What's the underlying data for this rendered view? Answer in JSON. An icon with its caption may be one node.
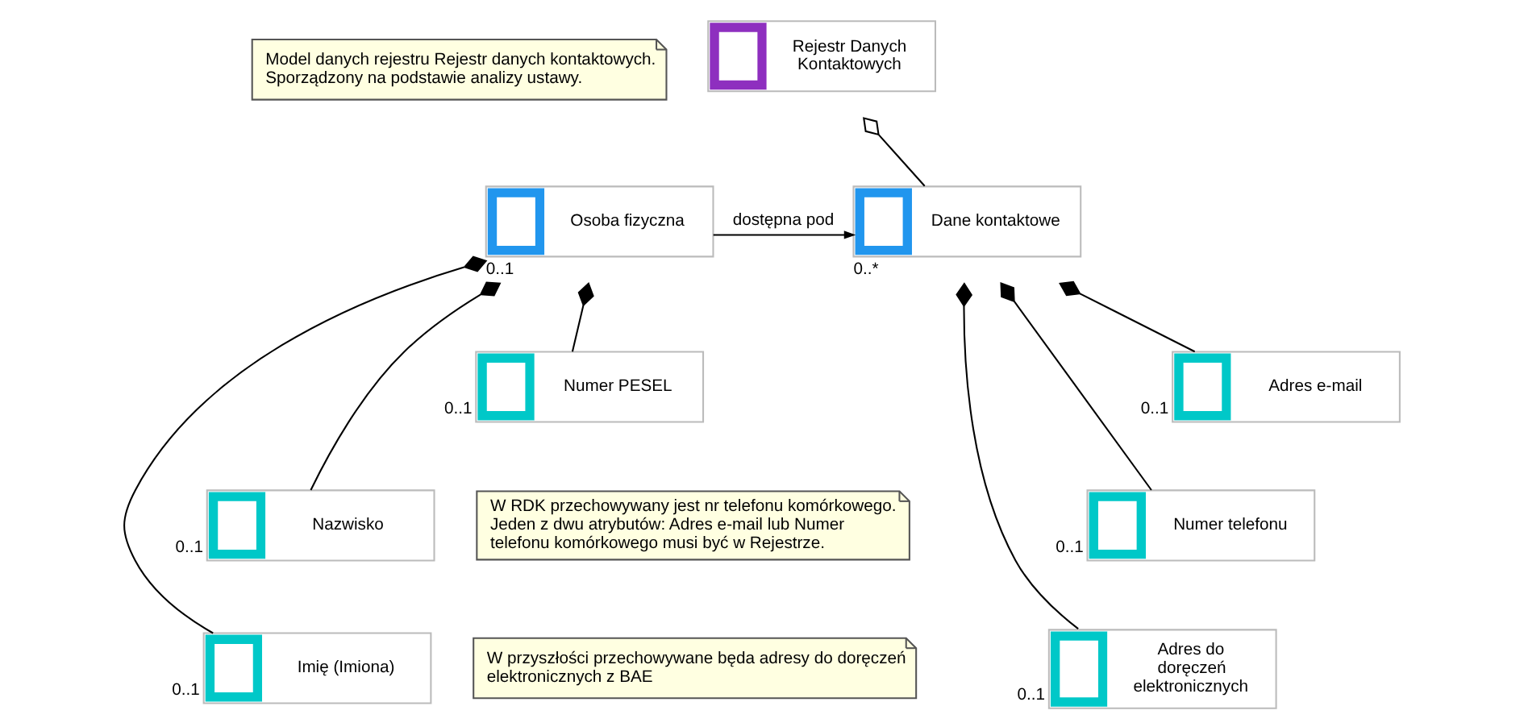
{
  "diagram": {
    "nodes": [
      {
        "text": [
          "Model danych rejestru Rejestr danych kontaktowych. Sporządzony na podstawie analizy ustawy."
        ]
      },
      {
        "text": [
          "Rejestr Danych Kontaktowych"
        ]
      },
      {
        "text": [
          "Osoba fizyczna"
        ],
        "beside": [
          "0..1"
        ]
      },
      {
        "text": [
          "Dane kontaktowe"
        ],
        "beside": [
          "0..*"
        ]
      },
      {
        "text": [
          "Numer PESEL"
        ],
        "beside": [
          "0..1"
        ]
      },
      {
        "text": [
          "Nazwisko"
        ],
        "beside": [
          "0..1"
        ]
      },
      {
        "text": [
          "Imię (Imiona)"
        ],
        "beside": [
          "0..1"
        ]
      },
      {
        "text": [
          "Adres e-mail"
        ],
        "beside": [
          "0..1"
        ]
      },
      {
        "text": [
          "Numer telefonu"
        ],
        "beside": [
          "0..1"
        ]
      },
      {
        "text": [
          "Adres do doręczeń elektronicznych"
        ],
        "beside": [
          "0..1"
        ]
      },
      {
        "text": [
          "W RDK przechowywany jest nr telefonu komórkowego.",
          "Jeden z dwu atrybutów: Adres e-mail lub Numer telefonu komórkowego musi być w Rejestrze."
        ]
      },
      {
        "text": [
          "W przyszłości przechowywane będa adresy do doręczeń elektronicznych z BAE"
        ]
      }
    ],
    "edges": [
      {
        "from": 1,
        "to": 3,
        "arrow": "other"
      },
      {
        "from": 2,
        "to": 3,
        "arrow": "to",
        "label": "dostępna pod"
      },
      {
        "from": 2,
        "to": 4,
        "arrow": "other"
      },
      {
        "from": 2,
        "to": 5,
        "arrow": "other"
      },
      {
        "from": 2,
        "to": 6,
        "arrow": "other"
      },
      {
        "from": 3,
        "to": 7,
        "arrow": "other"
      },
      {
        "from": 3,
        "to": 8,
        "arrow": "other"
      },
      {
        "from": 3,
        "to": 9,
        "arrow": "other"
      }
    ]
  }
}
